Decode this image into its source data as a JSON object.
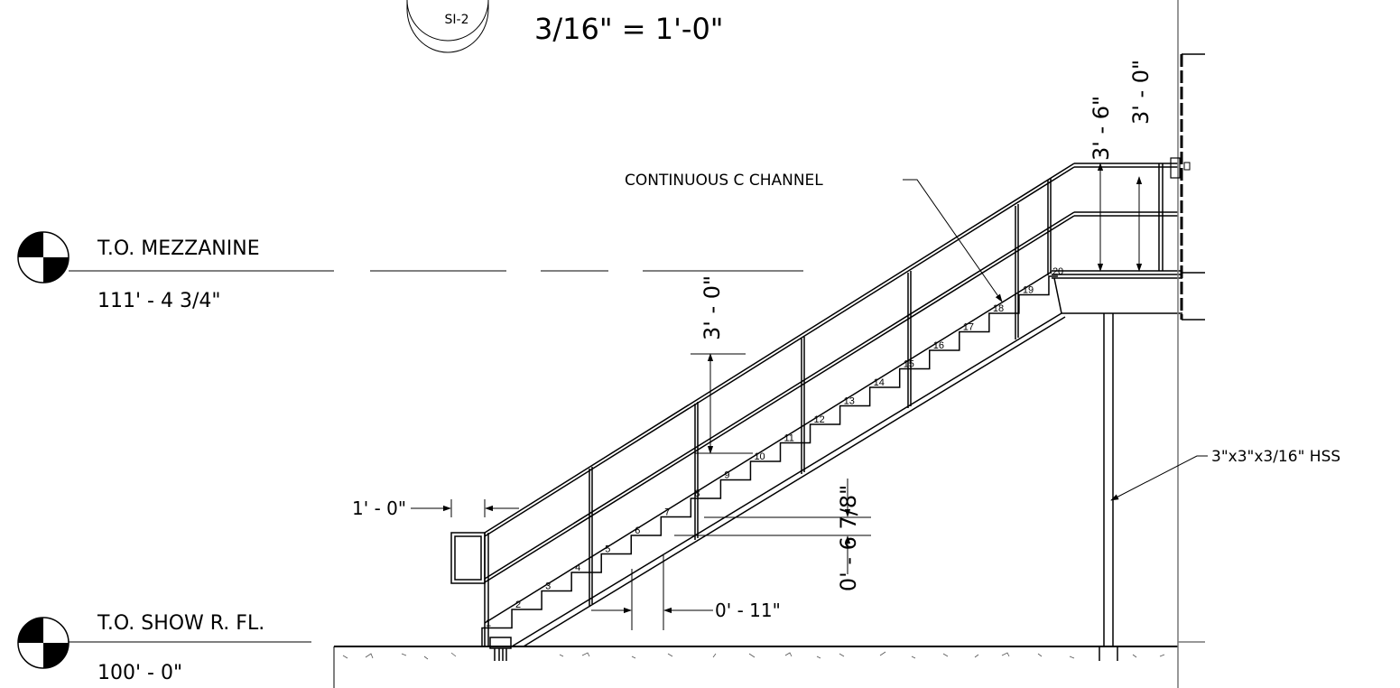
{
  "detail": {
    "sheet_ref": "SI-2",
    "scale": "3/16\" = 1'-0\""
  },
  "levels": [
    {
      "id": "mezzanine",
      "name": "T.O. MEZZANINE",
      "elevation": "111' - 4 3/4\""
    },
    {
      "id": "show-floor",
      "name": "T.O. SHOW R. FL.",
      "elevation": "100' - 0\""
    }
  ],
  "callouts": {
    "channel": "CONTINUOUS C CHANNEL",
    "hss": "3\"x3\"x3/16\" HSS"
  },
  "dimensions": {
    "guard_outer": "3' - 6\"",
    "guard_inner": "3' - 0\"",
    "handrail_height": "3' - 0\"",
    "handrail_extension": "1' - 0\"",
    "riser": "0' - 6 7/8\"",
    "tread": "0' - 11\""
  },
  "steps": [
    "1",
    "2",
    "3",
    "4",
    "5",
    "6",
    "7",
    "8",
    "9",
    "10",
    "11",
    "12",
    "13",
    "14",
    "15",
    "16",
    "17",
    "18",
    "19",
    "20"
  ],
  "colors": {
    "line": "#000000",
    "background": "#ffffff",
    "wall": "#777777"
  }
}
